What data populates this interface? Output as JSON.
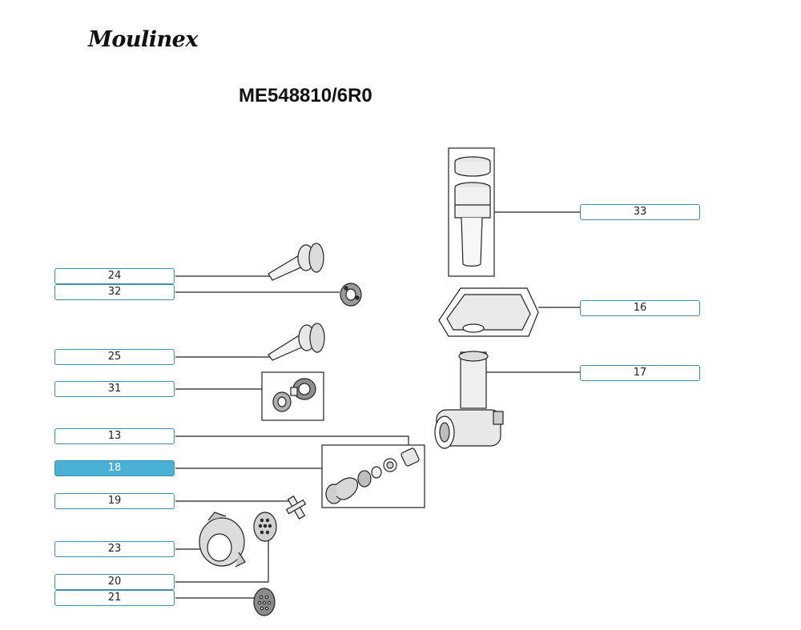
{
  "brand": {
    "logo_text": "Moulinex"
  },
  "title": "ME548810/6R0",
  "colors": {
    "label_border": "#3a90ad",
    "selected_fill": "#4ab0d6",
    "line": "#222222"
  },
  "parts": [
    {
      "key": "33",
      "label": "33",
      "selected": false
    },
    {
      "key": "24",
      "label": "24",
      "selected": false
    },
    {
      "key": "32",
      "label": "32",
      "selected": false
    },
    {
      "key": "16",
      "label": "16",
      "selected": false
    },
    {
      "key": "25",
      "label": "25",
      "selected": false
    },
    {
      "key": "17",
      "label": "17",
      "selected": false
    },
    {
      "key": "31",
      "label": "31",
      "selected": false
    },
    {
      "key": "13",
      "label": "13",
      "selected": false
    },
    {
      "key": "18",
      "label": "18",
      "selected": true
    },
    {
      "key": "19",
      "label": "19",
      "selected": false
    },
    {
      "key": "23",
      "label": "23",
      "selected": false
    },
    {
      "key": "20",
      "label": "20",
      "selected": false
    },
    {
      "key": "21",
      "label": "21",
      "selected": false
    }
  ]
}
